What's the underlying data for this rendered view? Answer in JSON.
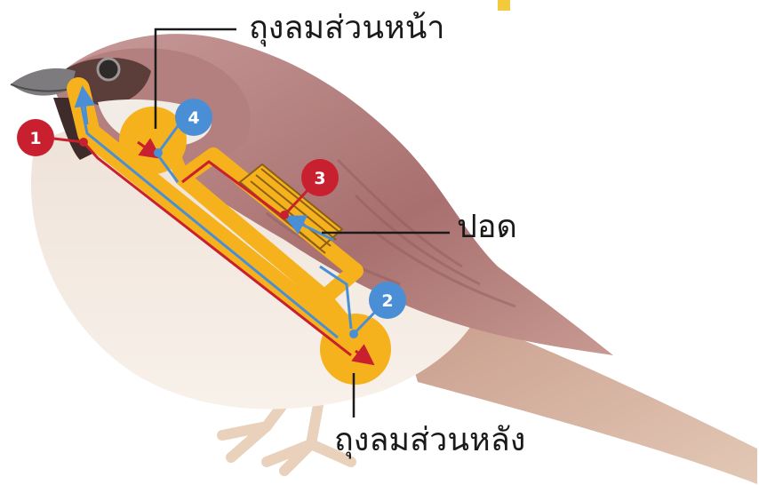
{
  "labels": {
    "anterior_air_sac": "ถุงลมส่วนหน้า",
    "lung": "ปอด",
    "posterior_air_sac": "ถุงลมส่วนหลัง"
  },
  "markers": [
    {
      "number": "1",
      "color": "#c8202e"
    },
    {
      "number": "2",
      "color": "#4a8fd6"
    },
    {
      "number": "3",
      "color": "#c8202e"
    },
    {
      "number": "4",
      "color": "#4a8fd6"
    }
  ],
  "colors": {
    "oxygen_rich_flow": "#4a8fd6",
    "oxygen_poor_flow": "#c8202e",
    "air_passage": "#f6b21c",
    "bird_plumage": "#b98c8c"
  },
  "icons": {
    "flow_direction": "arrow-icon"
  }
}
